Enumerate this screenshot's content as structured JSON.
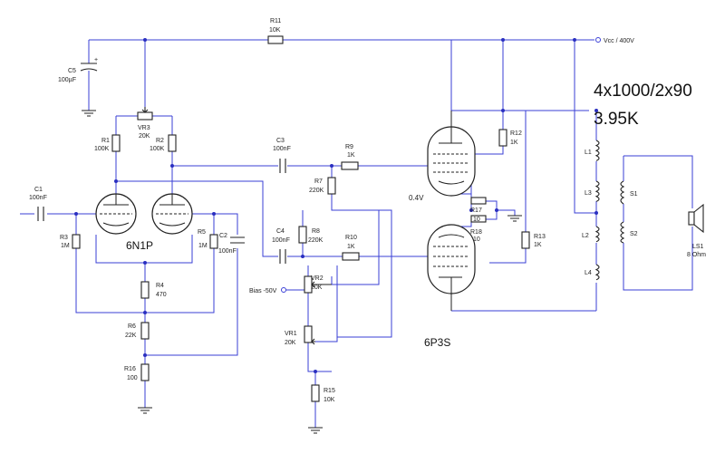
{
  "supply": {
    "vcc": "Vcc / 400V",
    "bias": "Bias -50V"
  },
  "notes": {
    "transformer": "4x1000/2x90",
    "impedance": "3.95K",
    "bias_voltage": "0.4V"
  },
  "tubes": {
    "driver": "6N1P",
    "output": "6P3S"
  },
  "components": {
    "r11": {
      "ref": "R11",
      "val": "10K"
    },
    "c5": {
      "ref": "C5",
      "val": "100µF"
    },
    "vr3": {
      "ref": "VR3",
      "val": "20K"
    },
    "r1": {
      "ref": "R1",
      "val": "100K"
    },
    "r2": {
      "ref": "R2",
      "val": "100K"
    },
    "c1": {
      "ref": "C1",
      "val": "100nF"
    },
    "r3": {
      "ref": "R3",
      "val": "1M"
    },
    "r5": {
      "ref": "R5",
      "val": "1M"
    },
    "c2": {
      "ref": "C2",
      "val": "100nF"
    },
    "r4": {
      "ref": "R4",
      "val": "470"
    },
    "r6": {
      "ref": "R6",
      "val": "22K"
    },
    "r16": {
      "ref": "R16",
      "val": "100"
    },
    "c3": {
      "ref": "C3",
      "val": "100nF"
    },
    "r9": {
      "ref": "R9",
      "val": "1K"
    },
    "r7": {
      "ref": "R7",
      "val": "220K"
    },
    "c4": {
      "ref": "C4",
      "val": "100nF"
    },
    "r8": {
      "ref": "R8",
      "val": "220K"
    },
    "r10": {
      "ref": "R10",
      "val": "1K"
    },
    "vr2": {
      "ref": "VR2",
      "val": "20K"
    },
    "vr1": {
      "ref": "VR1",
      "val": "20K"
    },
    "r15": {
      "ref": "R15",
      "val": "10K"
    },
    "r12": {
      "ref": "R12",
      "val": "1K"
    },
    "r17": {
      "ref": "R17",
      "val": "10"
    },
    "r18": {
      "ref": "R18",
      "val": "10"
    },
    "r13": {
      "ref": "R13",
      "val": "1K"
    },
    "l1": {
      "ref": "L1"
    },
    "l2": {
      "ref": "L2"
    },
    "l3": {
      "ref": "L3"
    },
    "l4": {
      "ref": "L4"
    },
    "s1": {
      "ref": "S1"
    },
    "s2": {
      "ref": "S2"
    },
    "ls1": {
      "ref": "LS1",
      "val": "8 Ohm"
    }
  }
}
